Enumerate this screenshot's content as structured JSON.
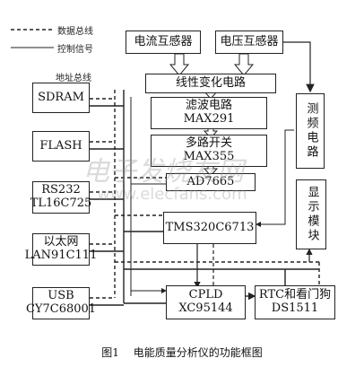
{
  "legend": {
    "data_bus": "数据总线",
    "control_signal": "控制信号",
    "address_bus": "地址总线"
  },
  "blocks": {
    "current_transformer": "电流互感器",
    "voltage_transformer": "电压互感器",
    "linear_circuit": "线性变化电路",
    "filter": {
      "line1": "滤波电路",
      "line2": "MAX291"
    },
    "mux": {
      "line1": "多路开关",
      "line2": "MAX355"
    },
    "adc": "AD7665",
    "freq_measure": "测频电路",
    "display": "显示模块",
    "sdram": "SDRAM",
    "flash": "FLASH",
    "rs232": {
      "line1": "RS232",
      "line2": "TL16C725"
    },
    "ethernet": {
      "line1": "以太网",
      "line2": "LAN91C111"
    },
    "usb": {
      "line1": "USB",
      "line2": "CY7C68001"
    },
    "dsp": "TMS320C6713",
    "cpld": {
      "line1": "CPLD",
      "line2": "XC95144"
    },
    "rtc": {
      "line1": "RTC和看门狗",
      "line2": "DS1511"
    }
  },
  "caption": {
    "figure": "图1",
    "title": "电能质量分析仪的功能框图"
  },
  "watermark": {
    "text": "电子发烧友网",
    "url": "www.elecfans.com"
  }
}
